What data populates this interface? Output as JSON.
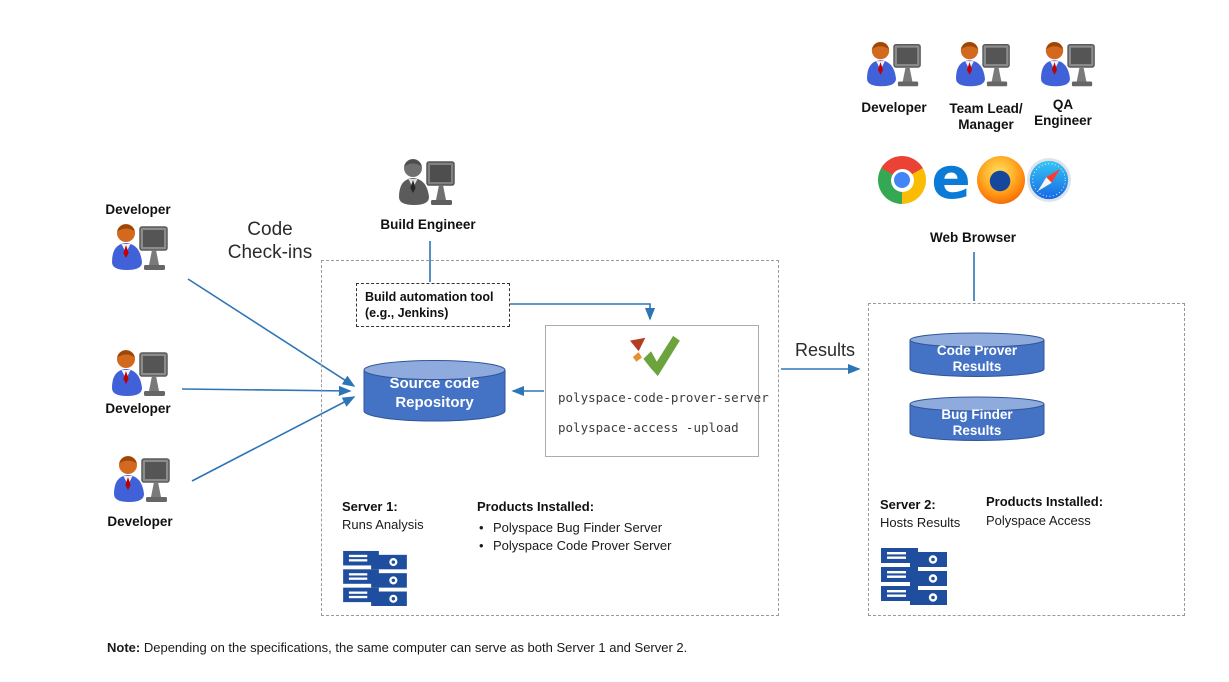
{
  "actors": {
    "left": [
      "Developer",
      "Developer",
      "Developer"
    ],
    "build_engineer": "Build Engineer",
    "top_right": [
      {
        "line1": "Developer",
        "line2": ""
      },
      {
        "line1": "Team Lead/",
        "line2": "Manager"
      },
      {
        "line1": "QA",
        "line2": "Engineer"
      }
    ]
  },
  "annotations": {
    "code_checkins_line1": "Code",
    "code_checkins_line2": "Check-ins",
    "results": "Results",
    "web_browser": "Web Browser"
  },
  "build_tool": {
    "line1": "Build automation tool",
    "line2": "(e.g., Jenkins)"
  },
  "repository": {
    "line1": "Source code",
    "line2": "Repository"
  },
  "commands": {
    "cmd1": "polyspace-code-prover-server",
    "cmd2": "polyspace-access -upload"
  },
  "server1": {
    "title": "Server 1:",
    "role": "Runs Analysis",
    "products_title": "Products Installed:",
    "products": [
      "Polyspace Bug Finder Server",
      "Polyspace Code Prover Server"
    ]
  },
  "server2": {
    "title": "Server 2:",
    "role": "Hosts Results",
    "products_title": "Products Installed:",
    "products": [
      "Polyspace Access"
    ]
  },
  "results_db": [
    {
      "line1": "Code Prover",
      "line2": "Results"
    },
    {
      "line1": "Bug Finder",
      "line2": "Results"
    }
  ],
  "browsers": [
    "chrome-icon",
    "edge-icon",
    "firefox-icon",
    "safari-icon"
  ],
  "note": {
    "label": "Note:",
    "text": "Depending on the specifications, the same computer can serve as both Server 1 and Server 2."
  },
  "colors": {
    "arrow": "#2e75b6",
    "cylinder_body": "#4472c4",
    "cylinder_top": "#8faadc",
    "server_icon": "#1f4e9f"
  }
}
